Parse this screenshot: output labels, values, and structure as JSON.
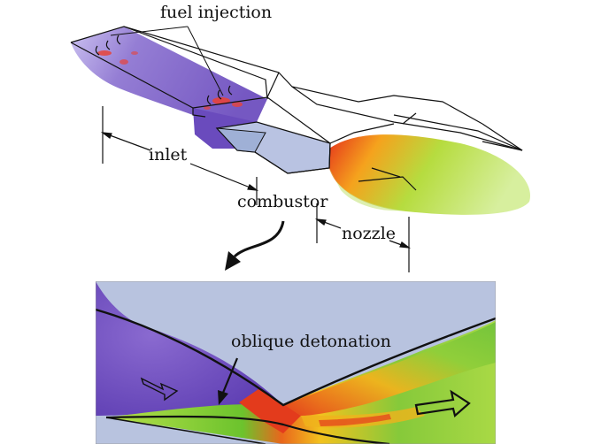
{
  "labels": {
    "fuel_injection": "fuel injection",
    "inlet": "inlet",
    "combustor": "combustor",
    "nozzle": "nozzle",
    "oblique_detonation": "oblique detonation"
  },
  "colors": {
    "inlet_flow": "#7b5cc4",
    "inlet_flow_light": "#b3a3e6",
    "combustor_body": "#b9c3e2",
    "hot_flow": "#e53b1f",
    "warm_flow": "#f3a11b",
    "exhaust_flow": "#a7d63a",
    "exhaust_light": "#cbe88a",
    "panel_background": "#b8c3df",
    "outline": "#111111"
  }
}
